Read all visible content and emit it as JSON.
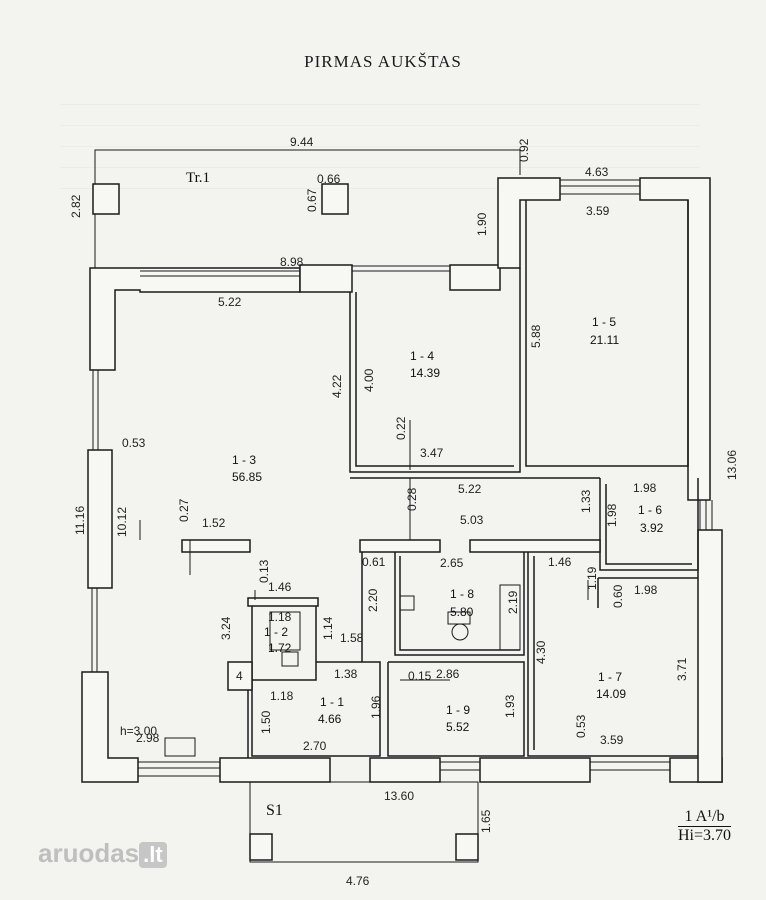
{
  "title": "PIRMAS AUKŠTAS",
  "terrace_label": "Tr.1",
  "porch_label": "S1",
  "ceiling_note": "h=3.00",
  "stamp": {
    "line1": "1 A¹/b",
    "line2": "Hi=3.70"
  },
  "watermark": {
    "text": "aruodas",
    "badge": ".lt"
  },
  "rooms": [
    {
      "id": "1 - 1",
      "area": "4.66"
    },
    {
      "id": "1 - 2",
      "area": "1.72"
    },
    {
      "id": "1 - 3",
      "area": "56.85"
    },
    {
      "id": "1 - 4",
      "area": "14.39"
    },
    {
      "id": "1 - 5",
      "area": "21.11"
    },
    {
      "id": "1 - 6",
      "area": "3.92"
    },
    {
      "id": "1 - 7",
      "area": "14.09"
    },
    {
      "id": "1 - 8",
      "area": "5.80"
    },
    {
      "id": "1 - 9",
      "area": "5.52"
    }
  ],
  "dimensions": [
    "9.44",
    "0.92",
    "4.63",
    "0.66",
    "0.67",
    "2.82",
    "1.90",
    "3.59",
    "8.98",
    "5.22",
    "5.88",
    "4.22",
    "4.00",
    "0.53",
    "11.16",
    "10.12",
    "0.22",
    "3.47",
    "13.06",
    "5.22",
    "1.98",
    "0.27",
    "1.52",
    "0.28",
    "1.33",
    "1.98",
    "5.03",
    "0.13",
    "0.61",
    "2.65",
    "1.46",
    "1.19",
    "1.46",
    "0.60",
    "1.98",
    "2.20",
    "2.19",
    "1.18",
    "3.24",
    "1.14",
    "1.58",
    "4.30",
    "3.71",
    "1.38",
    "0.15",
    "2.86",
    "1.18",
    "1.50",
    "1.96",
    "1.93",
    "0.53",
    "2.98",
    "2.70",
    "3.59",
    "13.60",
    "1.65",
    "4.76"
  ]
}
